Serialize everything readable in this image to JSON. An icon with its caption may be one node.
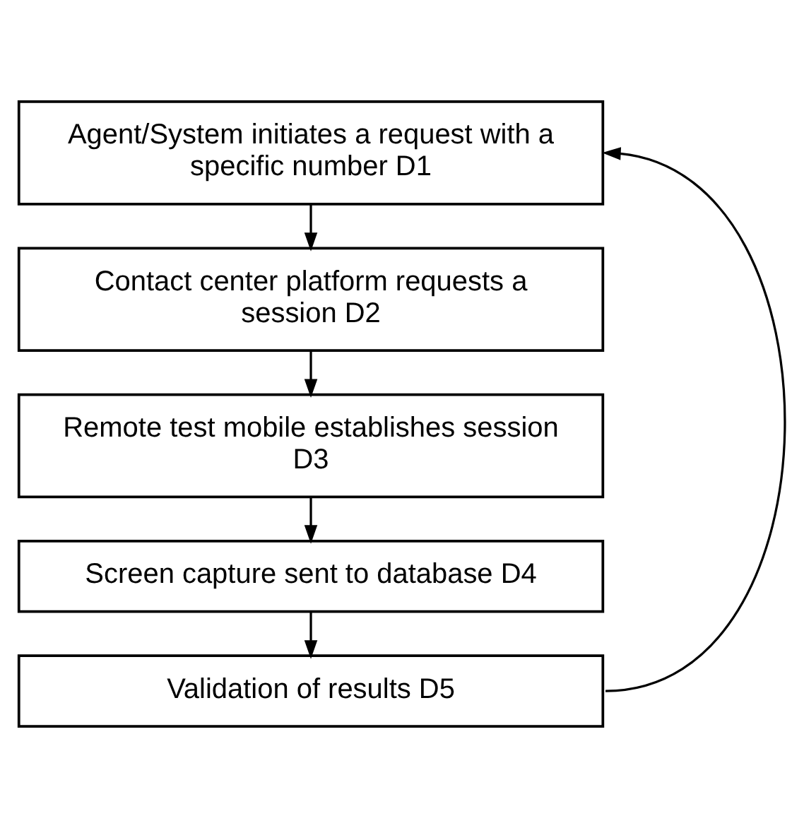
{
  "diagram": {
    "nodes": [
      {
        "text": [
          "Agent/System initiates a request with a specific number D1"
        ]
      },
      {
        "text": [
          "Contact center platform requests a session D2"
        ]
      },
      {
        "text": [
          "Remote test mobile establishes session D3"
        ]
      },
      {
        "text": [
          "Screen capture sent to database D4"
        ]
      },
      {
        "text": [
          "Validation of results D5"
        ]
      }
    ],
    "edges": [
      {
        "from": 0,
        "to": 1,
        "arrow": "to"
      },
      {
        "from": 1,
        "to": 2,
        "arrow": "to"
      },
      {
        "from": 2,
        "to": 3,
        "arrow": "to"
      },
      {
        "from": 3,
        "to": 4,
        "arrow": "to"
      },
      {
        "from": 4,
        "to": 0,
        "arrow": "to"
      }
    ]
  }
}
